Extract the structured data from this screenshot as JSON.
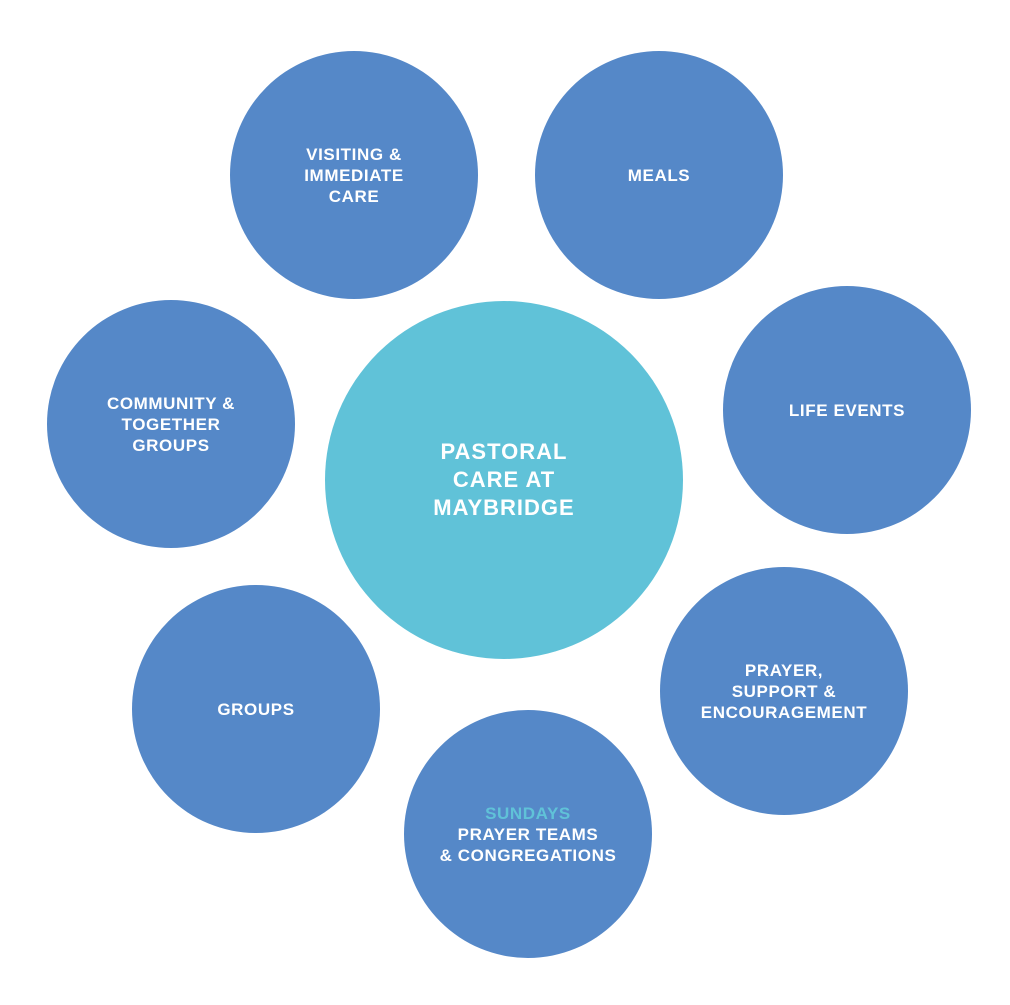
{
  "diagram": {
    "colors": {
      "outer_circle": "#5588c8",
      "center_circle": "#60c2d8",
      "text": "#ffffff",
      "highlight_text": "#60c2d8"
    },
    "center": {
      "lines": [
        "PASTORAL",
        "CARE AT",
        "MAYBRIDGE"
      ]
    },
    "nodes": {
      "visiting": {
        "lines": [
          "VISITING &",
          "IMMEDIATE",
          "CARE"
        ]
      },
      "meals": {
        "lines": [
          "MEALS"
        ]
      },
      "life_events": {
        "lines": [
          "LIFE EVENTS"
        ]
      },
      "prayer_support": {
        "lines": [
          "PRAYER,",
          "SUPPORT &",
          "ENCOURAGEMENT"
        ]
      },
      "sundays": {
        "heading": "SUNDAYS",
        "lines": [
          "PRAYER TEAMS",
          "& CONGREGATIONS"
        ]
      },
      "groups": {
        "lines": [
          "GROUPS"
        ]
      },
      "community": {
        "lines": [
          "COMMUNITY &",
          "TOGETHER",
          "GROUPS"
        ]
      }
    }
  }
}
